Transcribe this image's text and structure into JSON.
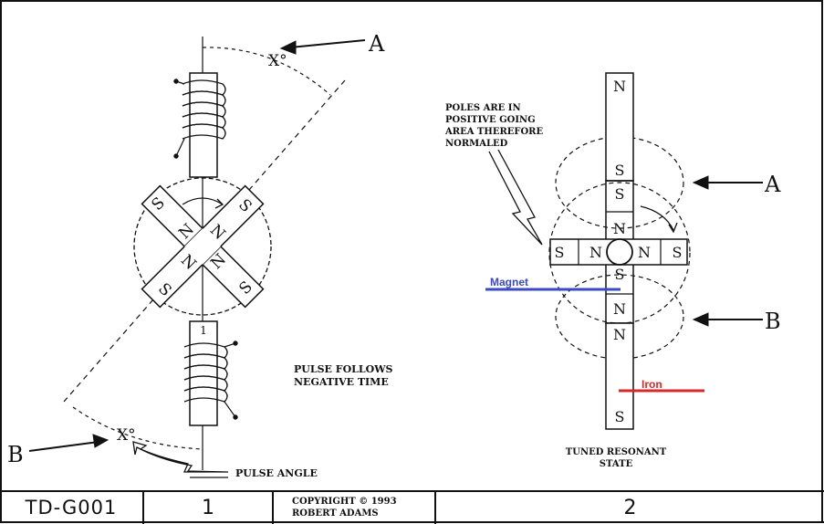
{
  "left_figure": {
    "magnet_letters": [
      "S",
      "N",
      "N",
      "S",
      "N",
      "N",
      "S",
      "S"
    ],
    "angle_marker": "X°",
    "pointer_a": "A",
    "pointer_b": "B",
    "caption_line1": "PULSE FOLLOWS",
    "caption_line2": "NEGATIVE TIME",
    "pulse_angle": "PULSE ANGLE",
    "coil_label": "1"
  },
  "right_figure": {
    "magnet_letters_vertical": [
      "N",
      "S",
      "S",
      "N",
      "S",
      "N",
      "N",
      "S"
    ],
    "magnet_letters_horizontal": [
      "S",
      "N",
      "N",
      "S"
    ],
    "note_line1": "POLES ARE IN",
    "note_line2": "POSITIVE GOING",
    "note_line3": "AREA THEREFORE",
    "note_line4": "NORMALED",
    "pointer_a": "A",
    "pointer_b": "B",
    "annotation_magnet": "Magnet",
    "annotation_iron": "Iron",
    "caption_line1": "TUNED RESONANT",
    "caption_line2": "STATE",
    "colors": {
      "magnet_line": "#3a4bc4",
      "iron_line": "#d42a2a"
    }
  },
  "title_block": {
    "drawing_number": "TD-G001",
    "sheet_left": "1",
    "copyright_line1": "COPYRIGHT © 1993",
    "copyright_line2": "ROBERT ADAMS",
    "sheet_right": "2"
  }
}
